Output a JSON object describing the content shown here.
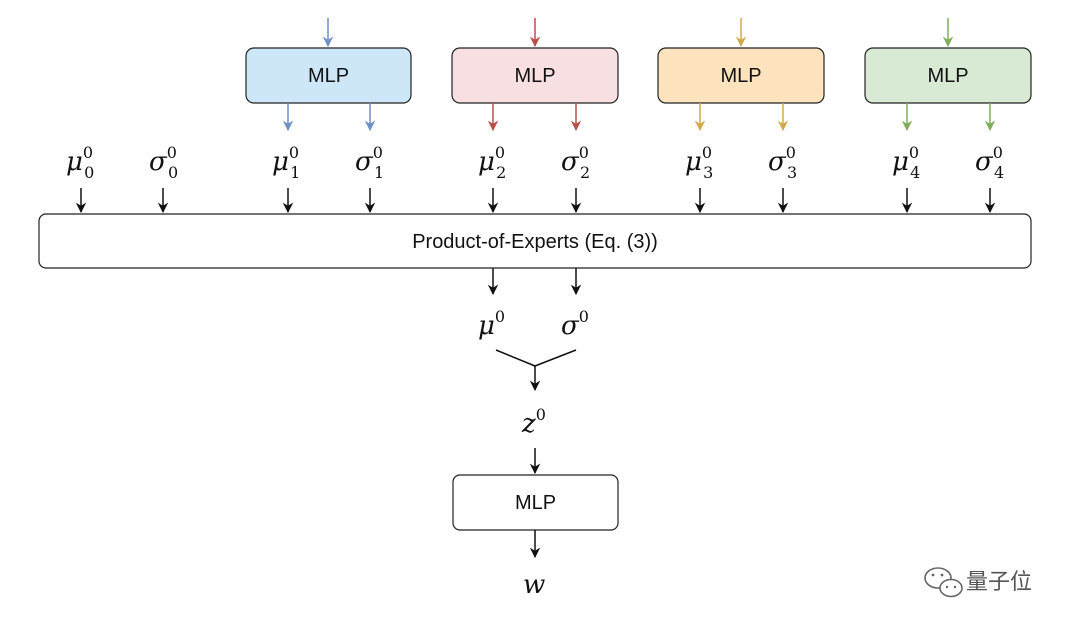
{
  "colors": {
    "stroke": "#222222",
    "watermark": "#555555"
  },
  "top_mlps": [
    {
      "label": "MLP",
      "fill": "#cde7f8",
      "arrow": "#6f8fc7"
    },
    {
      "label": "MLP",
      "fill": "#f8dfe1",
      "arrow": "#b8504a"
    },
    {
      "label": "MLP",
      "fill": "#fde3bd",
      "arrow": "#d4a94b"
    },
    {
      "label": "MLP",
      "fill": "#d8ead3",
      "arrow": "#7fad5c"
    }
  ],
  "inputs": [
    {
      "sym": "μ",
      "sup": "0",
      "sub": "0"
    },
    {
      "sym": "σ",
      "sup": "0",
      "sub": "0"
    },
    {
      "sym": "μ",
      "sup": "0",
      "sub": "1"
    },
    {
      "sym": "σ",
      "sup": "0",
      "sub": "1"
    },
    {
      "sym": "μ",
      "sup": "0",
      "sub": "2"
    },
    {
      "sym": "σ",
      "sup": "0",
      "sub": "2"
    },
    {
      "sym": "μ",
      "sup": "0",
      "sub": "3"
    },
    {
      "sym": "σ",
      "sup": "0",
      "sub": "3"
    },
    {
      "sym": "μ",
      "sup": "0",
      "sub": "4"
    },
    {
      "sym": "σ",
      "sup": "0",
      "sub": "4"
    }
  ],
  "poe_label": "Product-of-Experts (Eq. (3))",
  "outputs": [
    {
      "sym": "μ",
      "sup": "0"
    },
    {
      "sym": "σ",
      "sup": "0"
    }
  ],
  "latent": {
    "sym": "z",
    "sup": "0"
  },
  "final_mlp": {
    "label": "MLP"
  },
  "final_output": {
    "sym": "w"
  },
  "watermark": {
    "text": "量子位",
    "icon": "wechat-icon"
  }
}
